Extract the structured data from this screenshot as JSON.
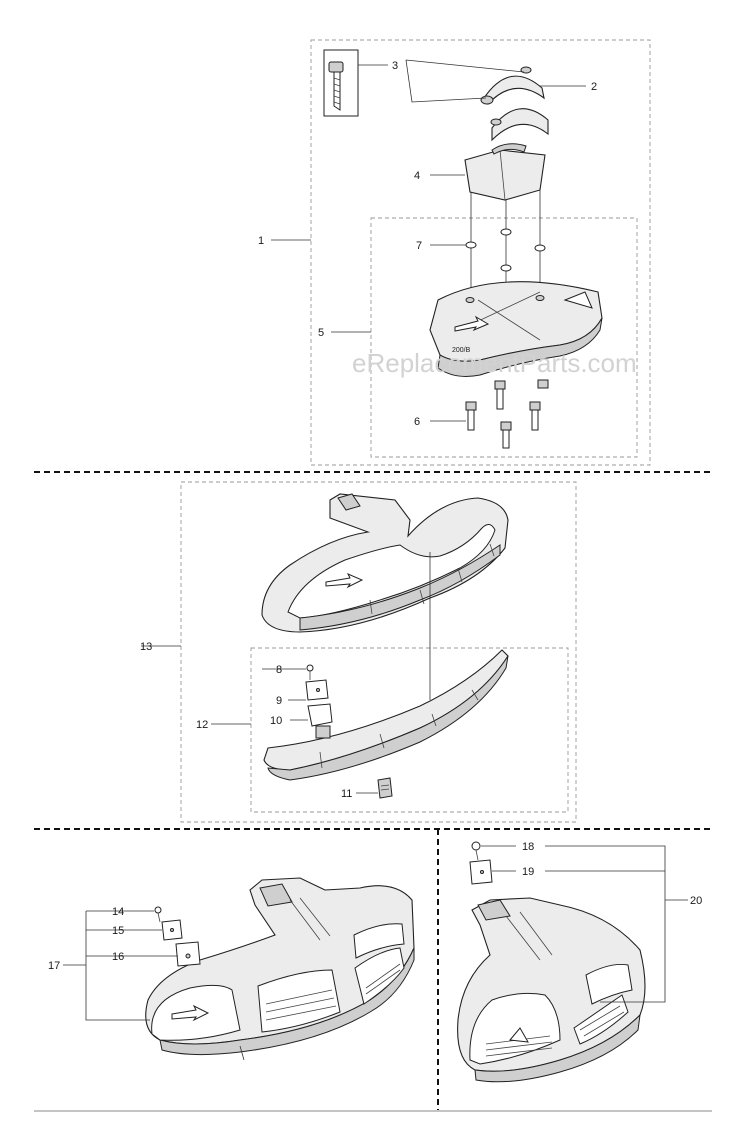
{
  "watermark": "eReplacementParts.com",
  "imprint": "200/B",
  "callouts": {
    "c1": "1",
    "c2": "2",
    "c3": "3",
    "c4": "4",
    "c5": "5",
    "c6": "6",
    "c7": "7",
    "c8": "8",
    "c9": "9",
    "c10": "10",
    "c11": "11",
    "c12": "12",
    "c13": "13",
    "c14": "14",
    "c15": "15",
    "c16": "16",
    "c17": "17",
    "c18": "18",
    "c19": "19",
    "c20": "20"
  }
}
